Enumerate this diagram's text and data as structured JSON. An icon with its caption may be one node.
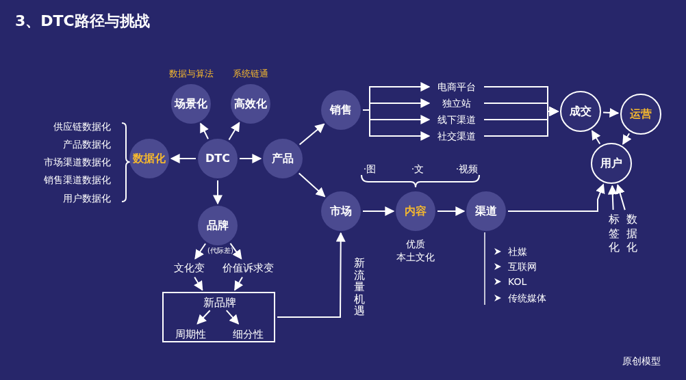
{
  "diagram": {
    "title": "3、DTC路径与挑战",
    "nodes": [
      {
        "text": [
          "DTC"
        ]
      },
      {
        "text": [
          "场景化"
        ],
        "beside": [
          "数据与算法"
        ]
      },
      {
        "text": [
          "高效化"
        ],
        "beside": [
          "系统链通"
        ]
      },
      {
        "text": [
          "数据化"
        ]
      },
      {
        "text": [
          "产品"
        ]
      },
      {
        "text": [
          "品牌"
        ]
      },
      {
        "text": [
          "文化变"
        ]
      },
      {
        "text": [
          "价值诉求变"
        ]
      },
      {
        "text": [],
        "shape": "box"
      },
      {
        "text": [
          "新品牌"
        ],
        "in": 8
      },
      {
        "text": [
          "周期性"
        ],
        "in": 8
      },
      {
        "text": [
          "细分性"
        ],
        "in": 8
      },
      {
        "text": [
          "销售"
        ]
      },
      {
        "text": [
          "电商平台"
        ]
      },
      {
        "text": [
          "独立站"
        ]
      },
      {
        "text": [
          "线下渠道"
        ]
      },
      {
        "text": [
          "社交渠道"
        ]
      },
      {
        "text": [
          "市场"
        ]
      },
      {
        "text": [
          "内容"
        ],
        "beside": [
          "优质",
          "本土文化"
        ]
      },
      {
        "text": [
          "渠道"
        ]
      },
      {
        "text": [
          "成交"
        ]
      },
      {
        "text": [
          "运营"
        ]
      },
      {
        "text": [
          "用户"
        ]
      },
      {
        "text": [
          "标签化"
        ]
      },
      {
        "text": [
          "数据化"
        ]
      }
    ],
    "edges": [
      {
        "from": 0,
        "to": 1,
        "arrow": "to"
      },
      {
        "from": 0,
        "to": 2,
        "arrow": "to"
      },
      {
        "from": 0,
        "to": 3,
        "arrow": "to"
      },
      {
        "from": 0,
        "to": 4,
        "arrow": "to"
      },
      {
        "from": 0,
        "to": 5,
        "arrow": "to"
      },
      {
        "from": 5,
        "to": 6,
        "arrow": "to"
      },
      {
        "from": 5,
        "to": 7,
        "arrow": "to"
      },
      {
        "from": 6,
        "to": 8,
        "arrow": "to"
      },
      {
        "from": 7,
        "to": 8,
        "arrow": "to"
      },
      {
        "from": 9,
        "to": 10,
        "arrow": "to"
      },
      {
        "from": 9,
        "to": 11,
        "arrow": "to"
      },
      {
        "from": 4,
        "to": 12,
        "arrow": "to"
      },
      {
        "from": 4,
        "to": 17,
        "arrow": "to"
      },
      {
        "from": 12,
        "to": 13,
        "arrow": "to"
      },
      {
        "from": 12,
        "to": 14,
        "arrow": "to"
      },
      {
        "from": 12,
        "to": 15,
        "arrow": "to"
      },
      {
        "from": 12,
        "to": 16,
        "arrow": "to"
      },
      {
        "from": 13,
        "to": 20,
        "arrow": "to"
      },
      {
        "from": 14,
        "to": 20,
        "arrow": "to"
      },
      {
        "from": 15,
        "to": 20,
        "arrow": "to"
      },
      {
        "from": 16,
        "to": 20,
        "arrow": "to"
      },
      {
        "from": 8,
        "to": 17,
        "arrow": "to",
        "label": "新流量机遇"
      },
      {
        "from": 17,
        "to": 18,
        "arrow": "to"
      },
      {
        "from": 18,
        "to": 19,
        "arrow": "to"
      },
      {
        "from": 19,
        "to": 22,
        "arrow": "to"
      },
      {
        "from": 20,
        "to": 21,
        "arrow": "to"
      },
      {
        "from": 21,
        "to": 22,
        "arrow": "to"
      },
      {
        "from": 22,
        "to": 20,
        "arrow": "to"
      },
      {
        "from": 23,
        "to": 22,
        "arrow": "to"
      },
      {
        "from": 24,
        "to": 22,
        "arrow": "to"
      }
    ],
    "labels": [
      "供应链数据化",
      "产品数据化",
      "市场渠道数据化",
      "销售渠道数据化",
      "用户数据化",
      "(代际差)",
      "·图",
      "·文",
      "·视频",
      "社媒",
      "互联网",
      "KOL",
      "传统媒体",
      "原创模型"
    ]
  }
}
